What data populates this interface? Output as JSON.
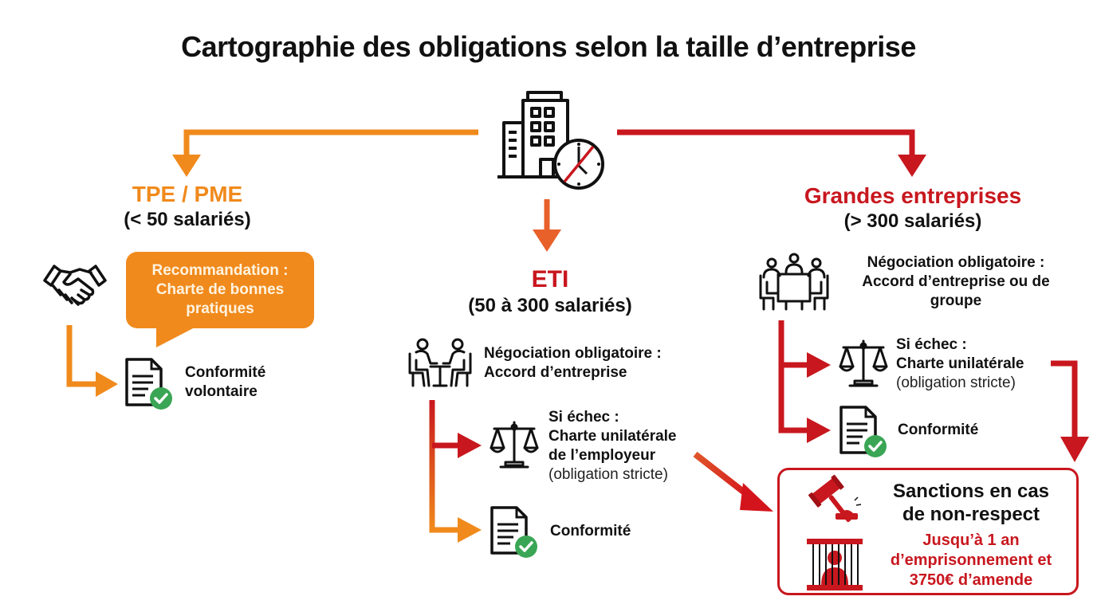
{
  "title": "Cartographie des obligations selon la taille d’entreprise",
  "colors": {
    "orange": "#f08a1c",
    "red": "#c8171e",
    "gradient_mid": "#e0552a",
    "check_green": "#3aa655",
    "black": "#111111"
  },
  "center_icon": "building-with-crossed-clock-icon",
  "branches": {
    "tpe_pme": {
      "name": "TPE / PME",
      "size": "(< 50 salariés)",
      "icon": "handshake-icon",
      "bubble": "Recommandation : Charte de bonnes pratiques",
      "outcome_icon": "document-check-icon",
      "outcome": [
        "Conformité",
        "volontaire"
      ]
    },
    "eti": {
      "name": "ETI",
      "size": "(50 à 300 salariés)",
      "negotiation_icon": "two-people-meeting-icon",
      "negotiation": [
        "Négociation obligatoire :",
        "Accord d’entreprise"
      ],
      "failure_icon": "scales-icon",
      "failure": [
        "Si échec :",
        "Charte unilatérale",
        "de l’employeur"
      ],
      "failure_note": "(obligation stricte)",
      "outcome_icon": "document-check-icon",
      "outcome": "Conformité"
    },
    "grandes": {
      "name": "Grandes entreprises",
      "size": "(> 300 salariés)",
      "negotiation_icon": "group-meeting-table-icon",
      "negotiation": [
        "Négociation obligatoire :",
        "Accord d’entreprise ou de",
        "groupe"
      ],
      "failure_icon": "scales-icon",
      "failure": [
        "Si échec :",
        "Charte unilatérale"
      ],
      "failure_note": "(obligation stricte)",
      "outcome_icon": "document-check-icon",
      "outcome": "Conformité"
    }
  },
  "sanctions": {
    "icons": [
      "gavel-icon",
      "prison-bars-icon"
    ],
    "title": [
      "Sanctions en cas",
      "de non-respect"
    ],
    "detail": [
      "Jusqu’à 1 an",
      "d’emprisonnement et",
      "3750€ d’amende"
    ]
  }
}
